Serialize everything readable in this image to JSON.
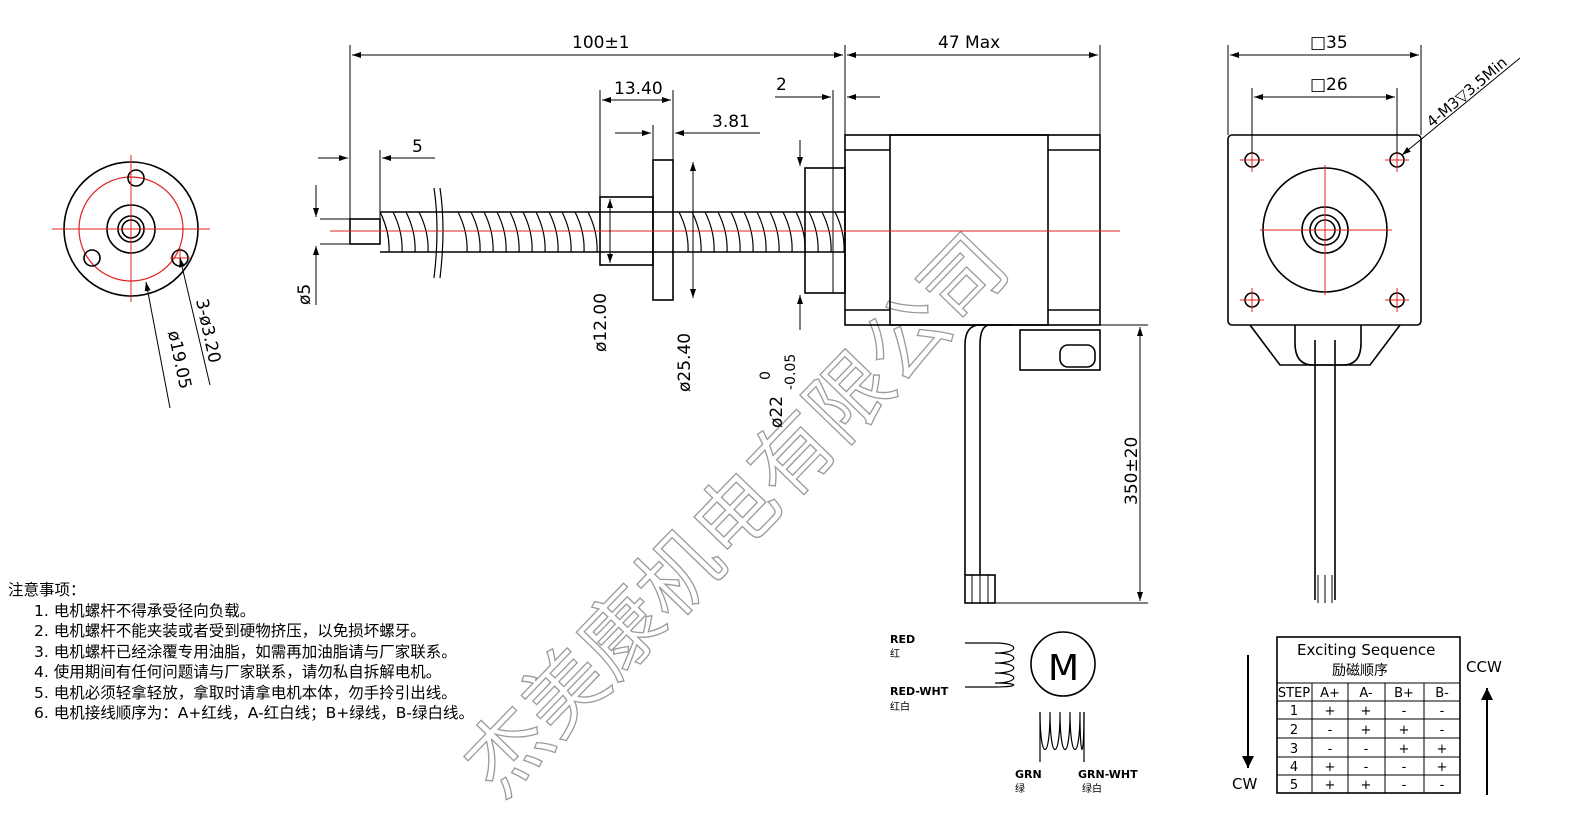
{
  "dimensions": {
    "overall_length": "100±1",
    "motor_length": "47 Max",
    "nut_length": "13.40",
    "flange_thickness": "3.81",
    "boss_height": "2",
    "screw_end": "5",
    "screw_dia": "ø5",
    "nut_dia": "ø12.00",
    "flange_dia": "ø25.40",
    "boss_dia": "ø22",
    "boss_tol_upper": "0",
    "boss_tol_lower": "-0.05",
    "lead_length": "350±20",
    "flange_holes": "3-ø3.20",
    "flange_pcd": "ø19.05",
    "frame_size": "□35",
    "hole_spacing": "□26",
    "mount_holes": "4-M3▽3.5Min"
  },
  "watermark": "杰美康机电有限公司",
  "notes": {
    "title": "注意事项：",
    "items": [
      "1. 电机螺杆不得承受径向负载。",
      "2. 电机螺杆不能夹装或者受到硬物挤压，以免损坏螺牙。",
      "3. 电机螺杆已经涂覆专用油脂，如需再加油脂请与厂家联系。",
      "4. 使用期间有任何问题请与厂家联系，请勿私自拆解电机。",
      "5. 电机必须轻拿轻放，拿取时请拿电机本体，勿手拎引出线。",
      "6. 电机接线顺序为：A+红线，A-红白线；B+绿线，B-绿白线。"
    ]
  },
  "wiring": {
    "motor_symbol": "M",
    "red": "RED",
    "red_cn": "红",
    "red_wht": "RED-WHT",
    "red_wht_cn": "红白",
    "grn": "GRN",
    "grn_cn": "绿",
    "grn_wht": "GRN-WHT",
    "grn_wht_cn": "绿白"
  },
  "sequence": {
    "title": "Exciting Sequence",
    "subtitle": "励磁顺序",
    "cw": "CW",
    "ccw": "CCW",
    "headers": [
      "STEP",
      "A+",
      "A-",
      "B+",
      "B-"
    ],
    "rows": [
      [
        "1",
        "+",
        "+",
        "-",
        "-"
      ],
      [
        "2",
        "-",
        "+",
        "+",
        "-"
      ],
      [
        "3",
        "-",
        "-",
        "+",
        "+"
      ],
      [
        "4",
        "+",
        "-",
        "-",
        "+"
      ],
      [
        "5",
        "+",
        "+",
        "-",
        "-"
      ]
    ]
  },
  "colors": {
    "centerline": "#e02020",
    "line": "#000000",
    "watermark": "#9a9a9a"
  }
}
